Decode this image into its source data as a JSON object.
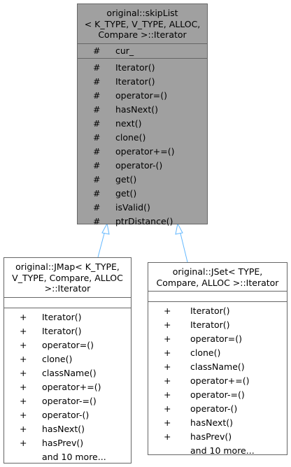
{
  "base_class": {
    "title_lines": [
      "original::skipList",
      "< K_TYPE, V_TYPE, ALLOC,",
      "Compare >::Iterator"
    ],
    "attributes": [
      {
        "vis": "#",
        "name": "cur_"
      }
    ],
    "methods": [
      {
        "vis": "#",
        "name": "Iterator()"
      },
      {
        "vis": "#",
        "name": "Iterator()"
      },
      {
        "vis": "#",
        "name": "operator=()"
      },
      {
        "vis": "#",
        "name": "hasNext()"
      },
      {
        "vis": "#",
        "name": "next()"
      },
      {
        "vis": "#",
        "name": "clone()"
      },
      {
        "vis": "#",
        "name": "operator+=()"
      },
      {
        "vis": "#",
        "name": "operator-()"
      },
      {
        "vis": "#",
        "name": "get()"
      },
      {
        "vis": "#",
        "name": "get()"
      },
      {
        "vis": "#",
        "name": "isValid()"
      },
      {
        "vis": "#",
        "name": "ptrDistance()"
      }
    ]
  },
  "jmap_class": {
    "title_lines": [
      "original::JMap< K_TYPE,",
      "V_TYPE, Compare, ALLOC",
      ">::Iterator"
    ],
    "methods": [
      {
        "vis": "+",
        "name": "Iterator()"
      },
      {
        "vis": "+",
        "name": "Iterator()"
      },
      {
        "vis": "+",
        "name": "operator=()"
      },
      {
        "vis": "+",
        "name": "clone()"
      },
      {
        "vis": "+",
        "name": "className()"
      },
      {
        "vis": "+",
        "name": "operator+=()"
      },
      {
        "vis": "+",
        "name": "operator-=()"
      },
      {
        "vis": "+",
        "name": "operator-()"
      },
      {
        "vis": "+",
        "name": "hasNext()"
      },
      {
        "vis": "+",
        "name": "hasPrev()"
      }
    ],
    "more": "and 10 more..."
  },
  "jset_class": {
    "title_lines": [
      "original::JSet< TYPE,",
      "Compare, ALLOC >::Iterator"
    ],
    "methods": [
      {
        "vis": "+",
        "name": "Iterator()"
      },
      {
        "vis": "+",
        "name": "Iterator()"
      },
      {
        "vis": "+",
        "name": "operator=()"
      },
      {
        "vis": "+",
        "name": "clone()"
      },
      {
        "vis": "+",
        "name": "className()"
      },
      {
        "vis": "+",
        "name": "operator+=()"
      },
      {
        "vis": "+",
        "name": "operator-=()"
      },
      {
        "vis": "+",
        "name": "operator-()"
      },
      {
        "vis": "+",
        "name": "hasNext()"
      },
      {
        "vis": "+",
        "name": "hasPrev()"
      }
    ],
    "more": "and 10 more..."
  },
  "colors": {
    "base_fill": "#a0a0a0",
    "border": "#666666",
    "edge": "#63b8ff"
  }
}
